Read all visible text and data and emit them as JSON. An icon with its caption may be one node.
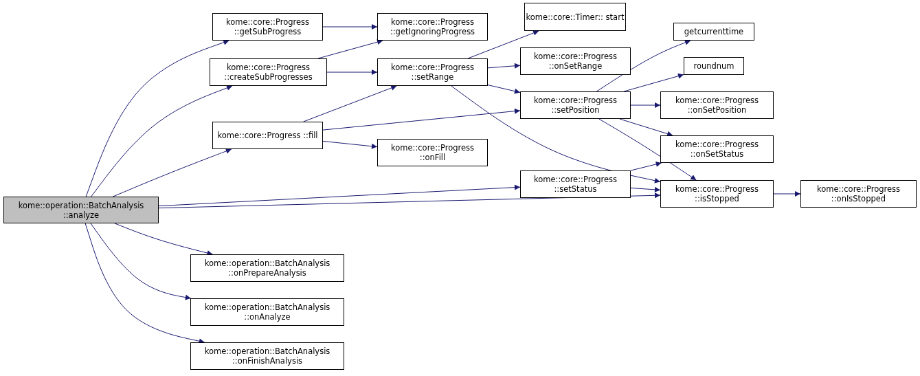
{
  "diagram": {
    "nodes": [
      {
        "text": [
          "kome::operation::BatchAnalysis ::analyze"
        ]
      },
      {
        "text": [
          "kome::core::Progress ::getSubProgress"
        ]
      },
      {
        "text": [
          "kome::core::Progress ::createSubProgresses"
        ]
      },
      {
        "text": [
          "kome::core::Progress ::fill"
        ]
      },
      {
        "text": [
          "kome::core::Progress ::getIgnoringProgress"
        ]
      },
      {
        "text": [
          "kome::core::Progress ::setRange"
        ]
      },
      {
        "text": [
          "kome::core::Progress ::onFill"
        ]
      },
      {
        "text": [
          "kome::core::Timer:: start"
        ]
      },
      {
        "text": [
          "kome::core::Progress ::onSetRange"
        ]
      },
      {
        "text": [
          "kome::core::Progress ::setPosition"
        ]
      },
      {
        "text": [
          "kome::core::Progress ::setStatus"
        ]
      },
      {
        "text": [
          "getcurrenttime"
        ]
      },
      {
        "text": [
          "roundnum"
        ]
      },
      {
        "text": [
          "kome::core::Progress ::onSetPosition"
        ]
      },
      {
        "text": [
          "kome::core::Progress ::onSetStatus"
        ]
      },
      {
        "text": [
          "kome::core::Progress ::isStopped"
        ]
      },
      {
        "text": [
          "kome::core::Progress ::onIsStopped"
        ]
      },
      {
        "text": [
          "kome::operation::BatchAnalysis ::onPrepareAnalysis"
        ]
      },
      {
        "text": [
          "kome::operation::BatchAnalysis ::onAnalyze"
        ]
      },
      {
        "text": [
          "kome::operation::BatchAnalysis ::onFinishAnalysis"
        ]
      }
    ],
    "edges": [
      {
        "from": 0,
        "to": 1,
        "arrow": "to"
      },
      {
        "from": 0,
        "to": 2,
        "arrow": "to"
      },
      {
        "from": 0,
        "to": 3,
        "arrow": "to"
      },
      {
        "from": 0,
        "to": 10,
        "arrow": "to"
      },
      {
        "from": 0,
        "to": 15,
        "arrow": "to"
      },
      {
        "from": 0,
        "to": 17,
        "arrow": "to"
      },
      {
        "from": 0,
        "to": 18,
        "arrow": "to"
      },
      {
        "from": 0,
        "to": 19,
        "arrow": "to"
      },
      {
        "from": 1,
        "to": 4,
        "arrow": "to"
      },
      {
        "from": 2,
        "to": 4,
        "arrow": "to"
      },
      {
        "from": 2,
        "to": 5,
        "arrow": "to"
      },
      {
        "from": 3,
        "to": 5,
        "arrow": "to"
      },
      {
        "from": 3,
        "to": 9,
        "arrow": "to"
      },
      {
        "from": 3,
        "to": 6,
        "arrow": "to"
      },
      {
        "from": 5,
        "to": 7,
        "arrow": "to"
      },
      {
        "from": 5,
        "to": 8,
        "arrow": "to"
      },
      {
        "from": 5,
        "to": 9,
        "arrow": "to"
      },
      {
        "from": 5,
        "to": 15,
        "arrow": "to"
      },
      {
        "from": 9,
        "to": 11,
        "arrow": "to"
      },
      {
        "from": 9,
        "to": 12,
        "arrow": "to"
      },
      {
        "from": 9,
        "to": 13,
        "arrow": "to"
      },
      {
        "from": 9,
        "to": 14,
        "arrow": "to"
      },
      {
        "from": 9,
        "to": 15,
        "arrow": "to"
      },
      {
        "from": 10,
        "to": 14,
        "arrow": "to"
      },
      {
        "from": 10,
        "to": 15,
        "arrow": "to"
      },
      {
        "from": 15,
        "to": 16,
        "arrow": "to"
      }
    ]
  }
}
